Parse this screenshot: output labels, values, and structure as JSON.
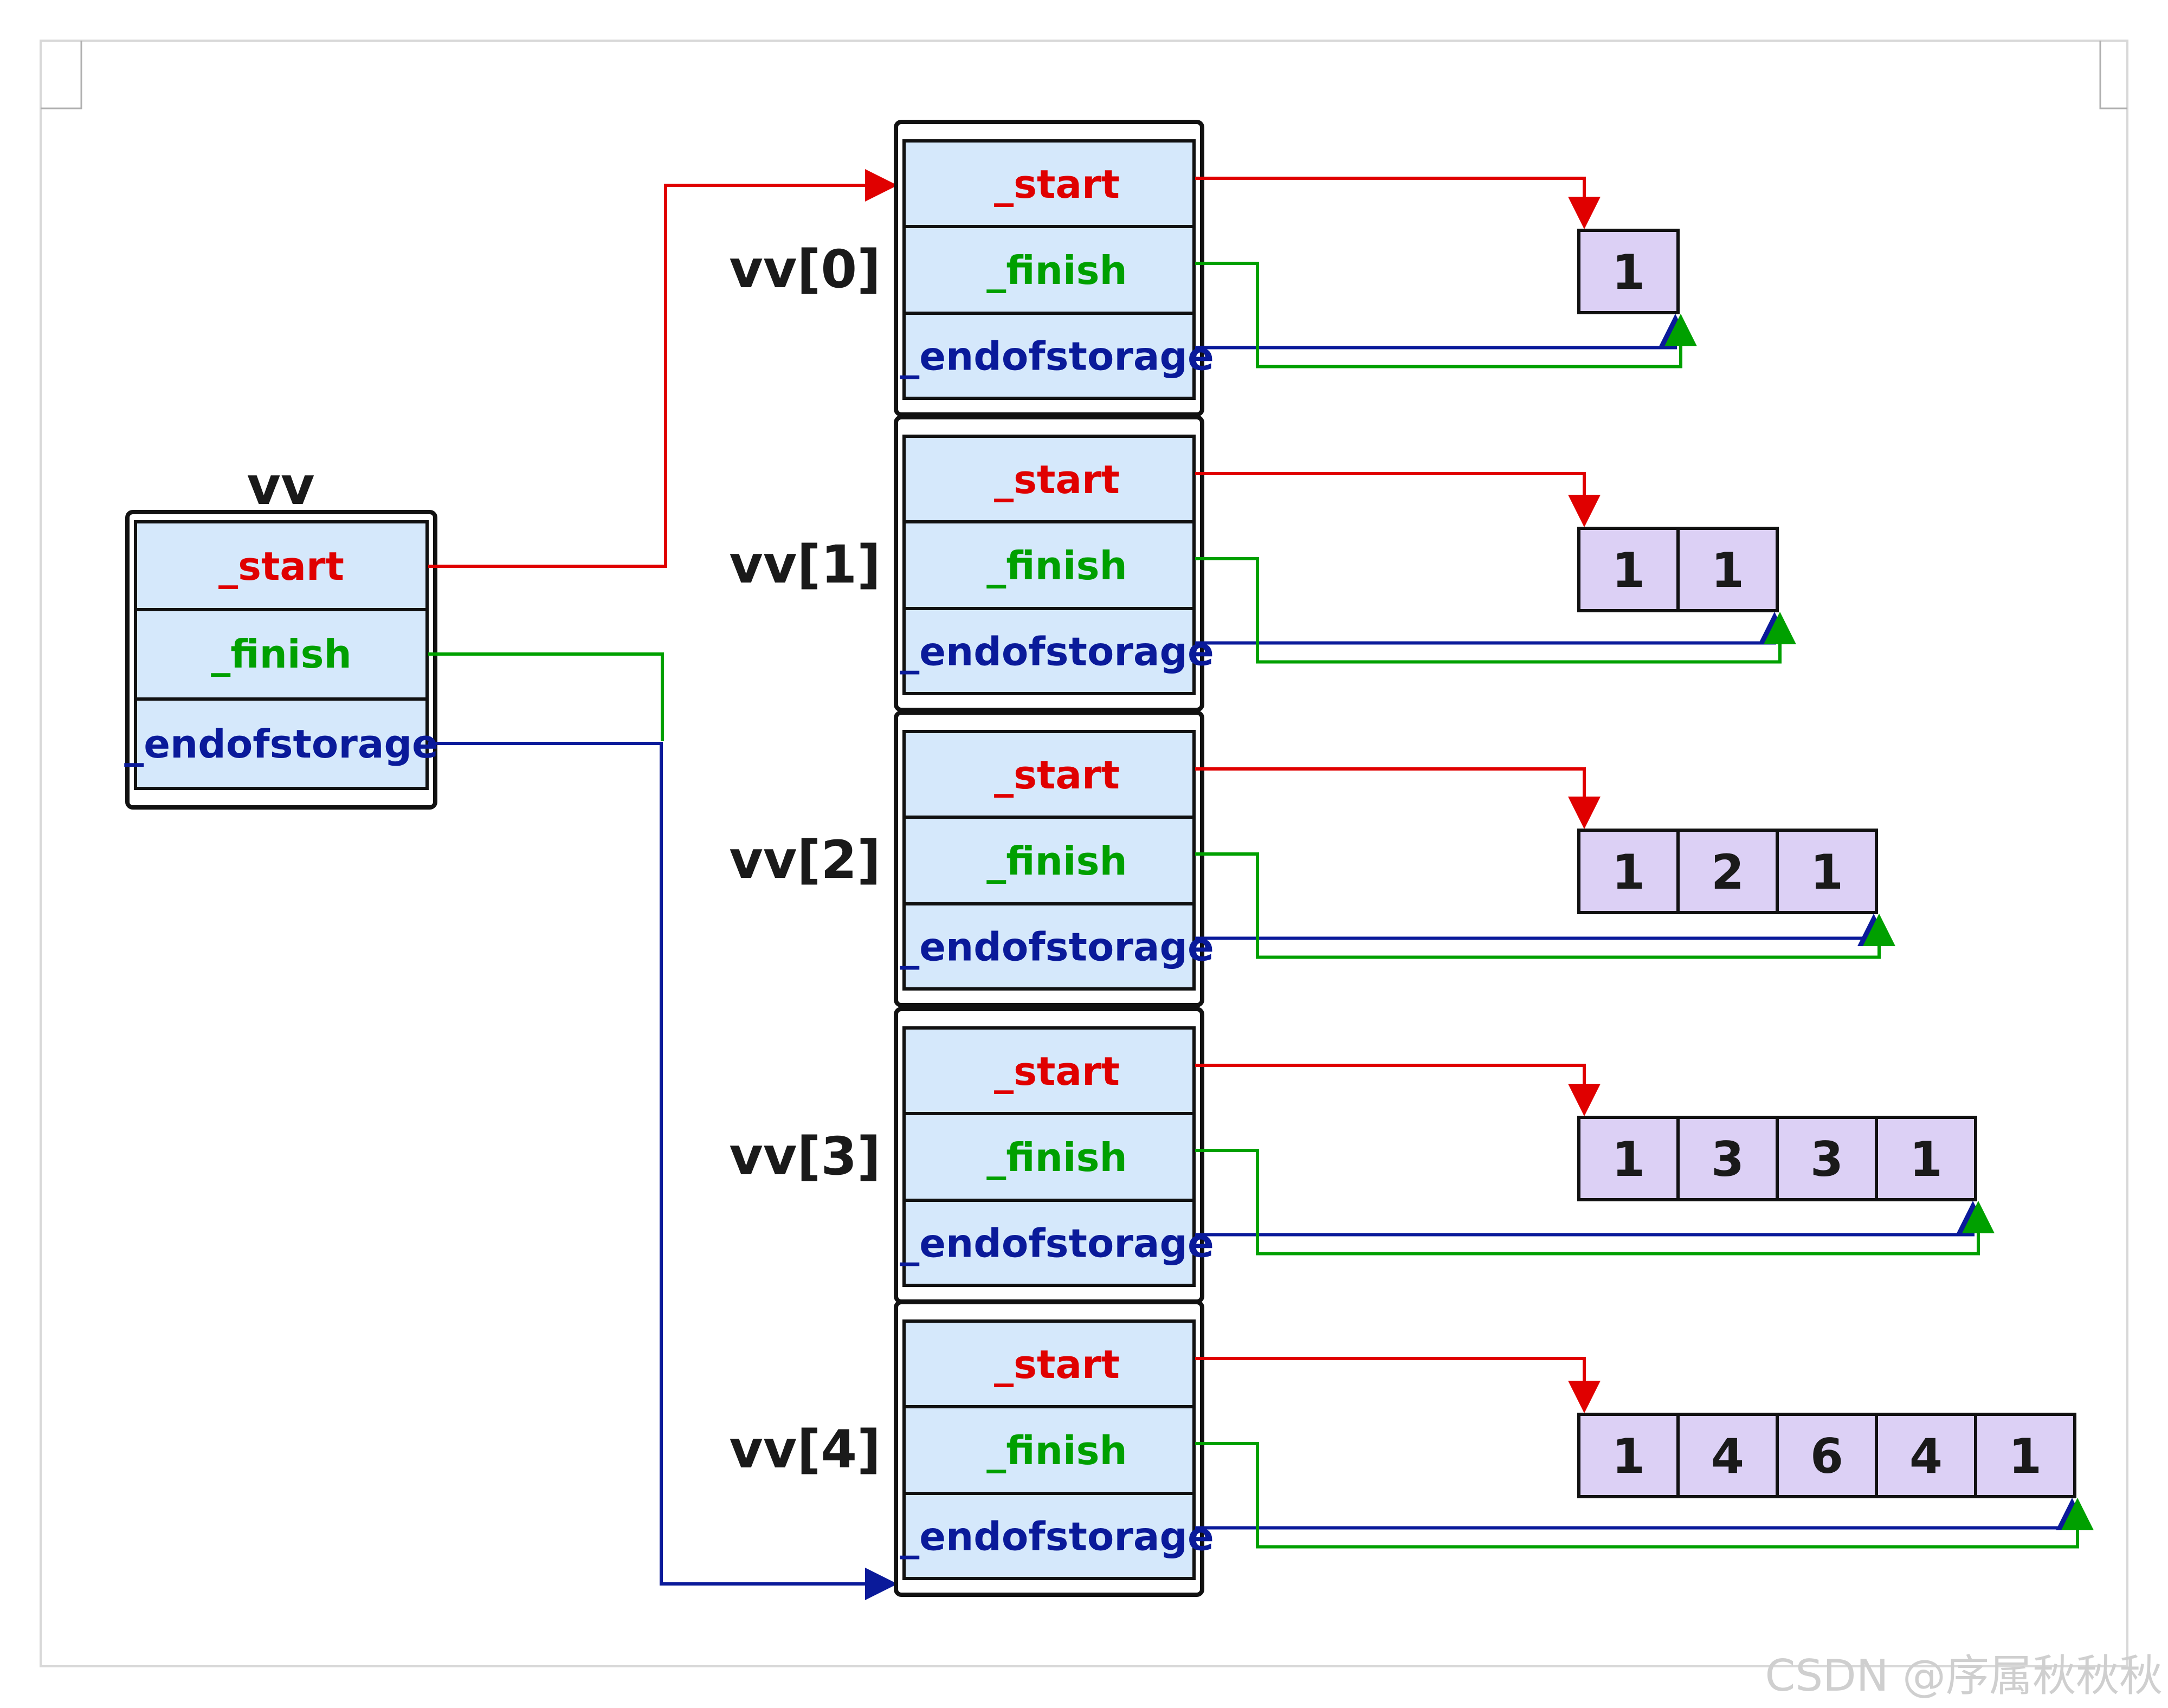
{
  "outer": {
    "name": "vv",
    "fields": [
      {
        "label": "_start",
        "color": "#e00000"
      },
      {
        "label": "_finish",
        "color": "#00a000"
      },
      {
        "label": "_endofstorage",
        "color": "#0a1a9a"
      }
    ]
  },
  "rows": [
    {
      "label": "vv[0]",
      "values": [
        "1"
      ]
    },
    {
      "label": "vv[1]",
      "values": [
        "1",
        "1"
      ]
    },
    {
      "label": "vv[2]",
      "values": [
        "1",
        "2",
        "1"
      ]
    },
    {
      "label": "vv[3]",
      "values": [
        "1",
        "3",
        "3",
        "1"
      ]
    },
    {
      "label": "vv[4]",
      "values": [
        "1",
        "4",
        "6",
        "4",
        "1"
      ]
    }
  ],
  "colors": {
    "start": "#e00000",
    "finish": "#00a000",
    "endofstorage": "#0a1a9a",
    "cell_fill": "#d5e8fb",
    "array_fill": "#dcd0f5",
    "border": "#111111"
  },
  "watermark": "CSDN @序属秋秋秋"
}
